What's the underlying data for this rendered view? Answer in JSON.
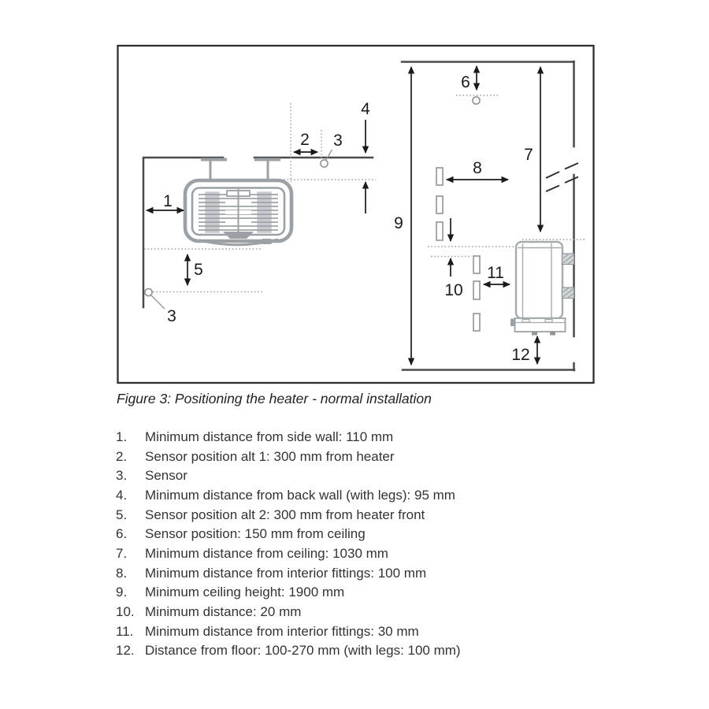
{
  "figure": {
    "caption": "Figure 3: Positioning the heater - normal installation",
    "labels": {
      "d1": "1",
      "d2": "2",
      "d3": "3",
      "d3b": "3",
      "d4": "4",
      "d5": "5",
      "d6": "6",
      "d7": "7",
      "d8": "8",
      "d9": "9",
      "d10": "10",
      "d11": "11",
      "d12": "12"
    }
  },
  "legend": {
    "items": [
      {
        "num": "1.",
        "text": "Minimum distance from side wall: 110 mm"
      },
      {
        "num": "2.",
        "text": "Sensor position alt 1: 300 mm from heater"
      },
      {
        "num": "3.",
        "text": "Sensor"
      },
      {
        "num": "4.",
        "text": "Minimum distance from back wall (with legs): 95 mm"
      },
      {
        "num": "5.",
        "text": "Sensor position alt 2: 300 mm from heater front"
      },
      {
        "num": "6.",
        "text": "Sensor position: 150 mm from ceiling"
      },
      {
        "num": "7.",
        "text": "Minimum distance from ceiling: 1030 mm"
      },
      {
        "num": "8.",
        "text": "Minimum distance from interior fittings: 100 mm"
      },
      {
        "num": "9.",
        "text": "Minimum ceiling height: 1900 mm"
      },
      {
        "num": "10.",
        "text": "Minimum distance: 20 mm"
      },
      {
        "num": "11.",
        "text": "Minimum distance from interior fittings: 30 mm"
      },
      {
        "num": "12.",
        "text": "Distance from floor: 100-270 mm (with legs: 100 mm)"
      }
    ]
  },
  "colors": {
    "ink": "#1a1a1a",
    "wall_line": "#4a4a4a",
    "device_gray": "#9ba1a5",
    "dotted_line": "#9ba1a5",
    "text": "#333333",
    "background": "#ffffff"
  }
}
